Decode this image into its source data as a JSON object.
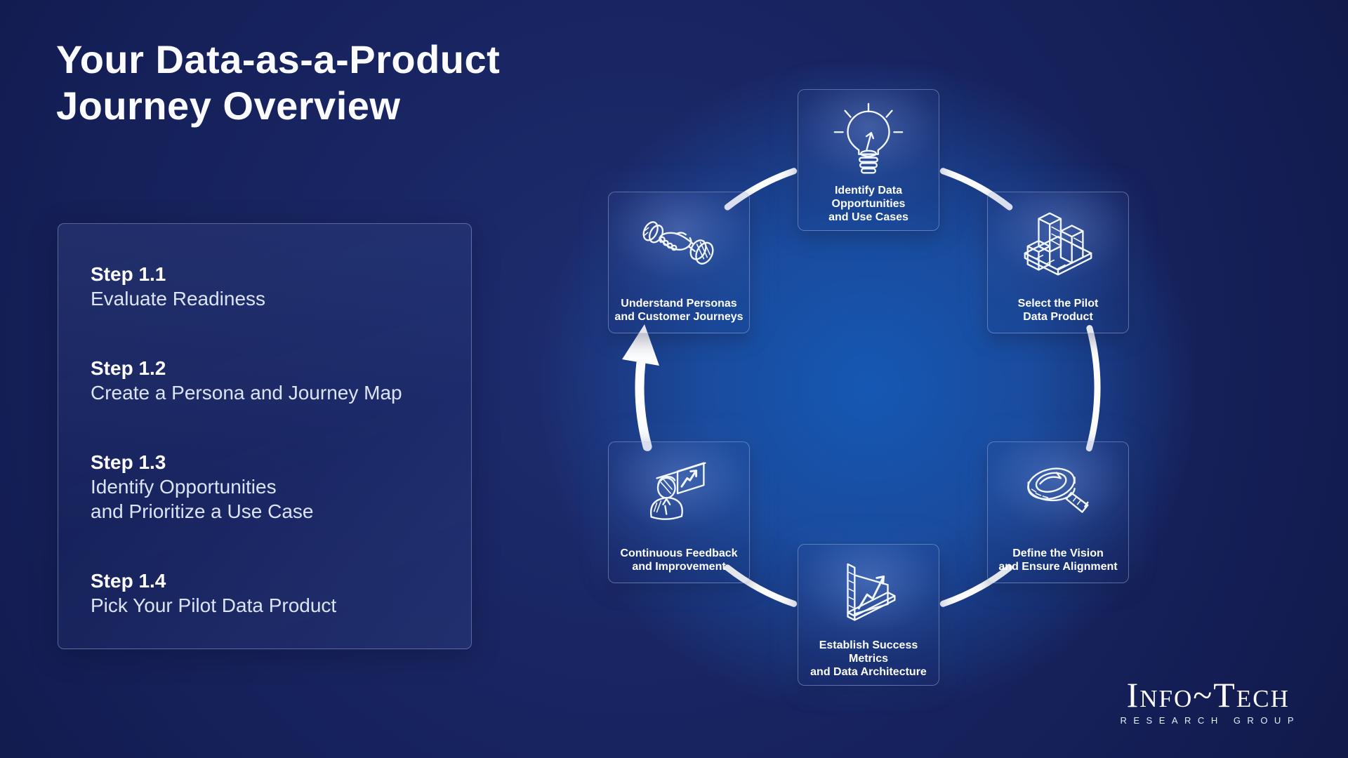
{
  "title": "Your Data-as-a-Product\nJourney Overview",
  "steps_panel": {
    "steps": [
      {
        "label": "Step 1.1",
        "description": "Evaluate Readiness"
      },
      {
        "label": "Step 1.2",
        "description": "Create a Persona and Journey Map"
      },
      {
        "label": "Step 1.3",
        "description": "Identify Opportunities\nand Prioritize a Use Case"
      },
      {
        "label": "Step 1.4",
        "description": "Pick Your Pilot Data Product"
      }
    ]
  },
  "journey": {
    "flow": "clockwise",
    "ring_color": "#ffffff",
    "nodes": [
      {
        "label": "Identify Data Opportunities\nand Use Cases",
        "icon": "lightbulb-icon",
        "position": "top"
      },
      {
        "label": "Select the Pilot\nData Product",
        "icon": "isometric-bar-chart-icon",
        "position": "top-right"
      },
      {
        "label": "Define the Vision\nand Ensure Alignment",
        "icon": "magnifying-glass-icon",
        "position": "bottom-right"
      },
      {
        "label": "Establish Success Metrics\nand Data Architecture",
        "icon": "growth-chart-icon",
        "position": "bottom"
      },
      {
        "label": "Continuous Feedback\nand Improvement",
        "icon": "presenter-chart-icon",
        "position": "bottom-left"
      },
      {
        "label": "Understand Personas\nand Customer Journeys",
        "icon": "handshake-icon",
        "position": "top-left"
      }
    ]
  },
  "logo": {
    "name": "Info~Tech",
    "subtitle": "RESEARCH GROUP"
  },
  "colors": {
    "background": "#141e55",
    "center_glow": "#1558b4",
    "ring": "#ffffff",
    "text_primary": "#ffffff",
    "text_secondary": "#dbe3f4",
    "card_border": "#8fa5d9"
  }
}
